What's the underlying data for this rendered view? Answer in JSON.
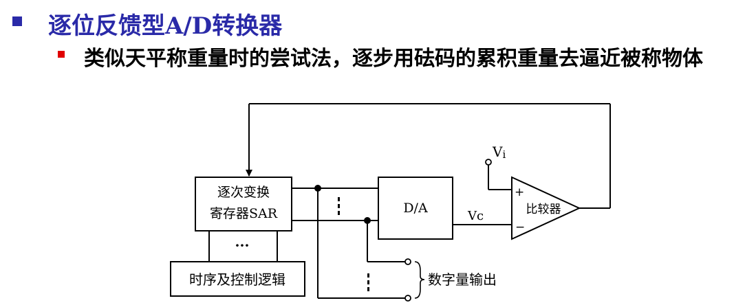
{
  "heading": {
    "title": "逐位反馈型A/D转换器",
    "point": "类似天平称重量时的尝试法，逐步用砝码的累积重量去逼近被称物体"
  },
  "diagram": {
    "sar_line1": "逐次变换",
    "sar_line2": "寄存器SAR",
    "control": "时序及控制逻辑",
    "da": "D/A",
    "comparator": "比较器",
    "plus": "+",
    "minus": "−",
    "vi": "Vi",
    "vi_main": "V",
    "vi_sub": "i",
    "vc": "Vc",
    "ellipsis_h": "···",
    "output": "数字量输出"
  },
  "colors": {
    "title": "#2a2aa8",
    "bullet_main": "#2a2aa8",
    "bullet_sub": "#e00000"
  }
}
